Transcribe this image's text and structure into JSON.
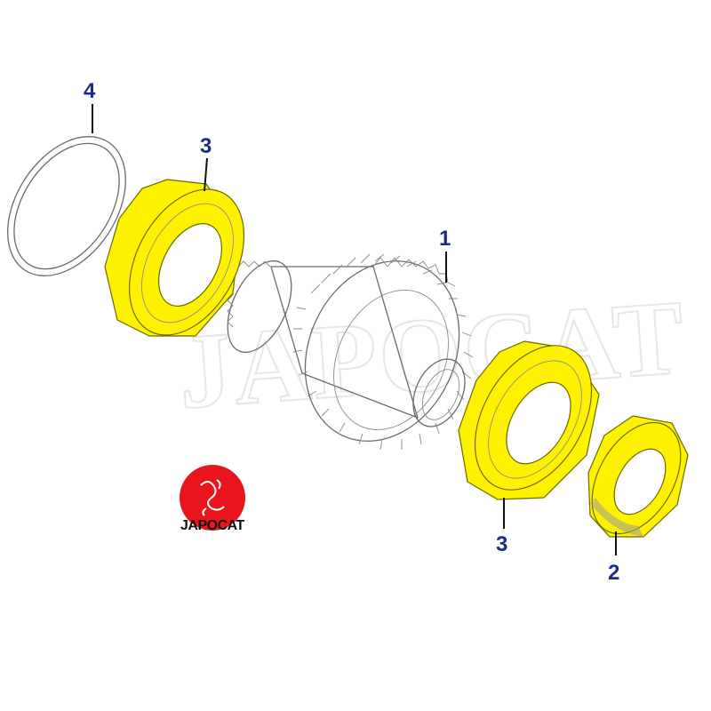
{
  "callouts": [
    {
      "id": "1",
      "label": "1"
    },
    {
      "id": "2",
      "label": "2"
    },
    {
      "id": "3a",
      "label": "3"
    },
    {
      "id": "3b",
      "label": "3"
    },
    {
      "id": "4",
      "label": "4"
    }
  ],
  "watermark": {
    "text": "JAPOCAT"
  },
  "logo": {
    "text": "JAPOCAT",
    "color": "#e8161c"
  },
  "colors": {
    "highlight": "#fff200",
    "callout": "#1c2a8c",
    "linework": "#6a6a6a"
  }
}
